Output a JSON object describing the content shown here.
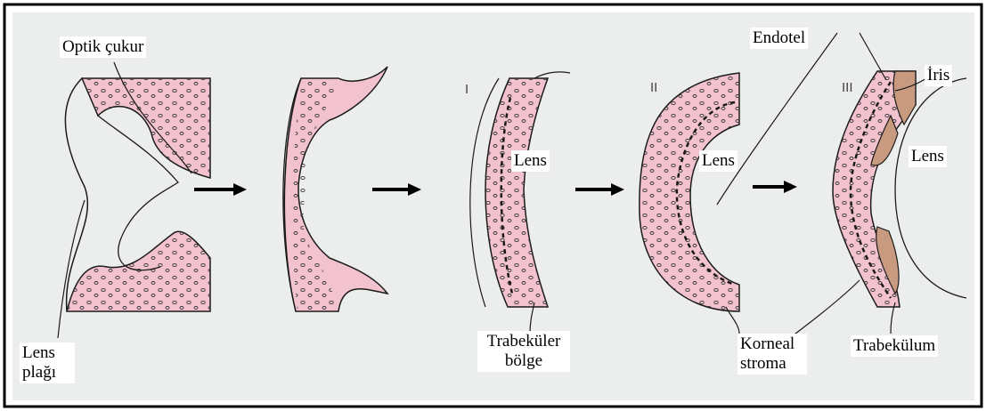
{
  "colors": {
    "tissue_fill": "#f2c2cf",
    "stroke": "#1a1a1a",
    "panel_bg": "#eceeed",
    "iris_fill": "#c89a80",
    "border": "#000000"
  },
  "labels": {
    "optik_cukur": "Optik çukur",
    "lens_plagi_line1": "Lens",
    "lens_plagi_line2": "plağı",
    "lens_1": "Lens",
    "trabekuler_line1": "Trabeküler",
    "trabekuler_line2": "bölge",
    "endotel": "Endotel",
    "lens_2": "Lens",
    "korneal_line1": "Korneal",
    "korneal_line2": "stroma",
    "iris": "İris",
    "lens_3": "Lens",
    "trabekulum": "Trabekülum"
  },
  "stages": {
    "stage_1": "I",
    "stage_2": "II",
    "stage_3": "III"
  },
  "arrows": [
    "right-arrow",
    "right-arrow",
    "right-arrow",
    "right-arrow"
  ]
}
